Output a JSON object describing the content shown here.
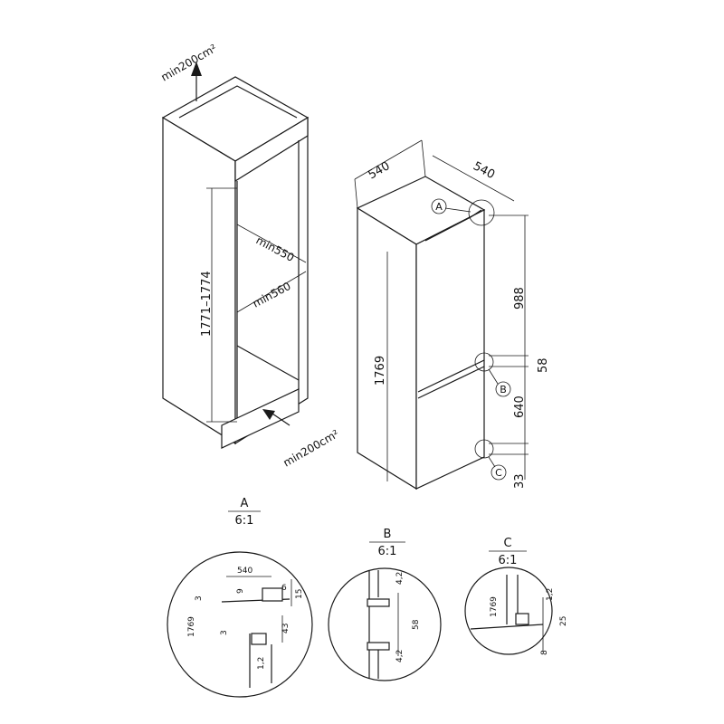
{
  "cabinet": {
    "vent_top_label": "min200cm²",
    "vent_bottom_label": "min200cm²",
    "height_range": "1771–1774",
    "width_min": "min550",
    "depth_min": "min560"
  },
  "fridge": {
    "width": "540",
    "depth": "540",
    "height": "1769",
    "upper_door": "988",
    "gap": "58",
    "lower_door": "640",
    "base": "33",
    "marker_a": "A",
    "marker_b": "B",
    "marker_c": "C"
  },
  "detail_a": {
    "name": "A",
    "scale": "6:1",
    "d540": "540",
    "d3a": "3",
    "d9": "9",
    "d6": "6",
    "d15": "15",
    "d1769": "1769",
    "d3b": "3",
    "d43": "43",
    "d12": "1,2"
  },
  "detail_b": {
    "name": "B",
    "scale": "6:1",
    "d42a": "4,2",
    "d58": "58",
    "d42b": "4,2"
  },
  "detail_c": {
    "name": "C",
    "scale": "6:1",
    "d1769": "1769",
    "d12": "1,2",
    "d25": "25",
    "d8": "8"
  },
  "colors": {
    "line": "#1a1a1a",
    "background": "#ffffff"
  }
}
